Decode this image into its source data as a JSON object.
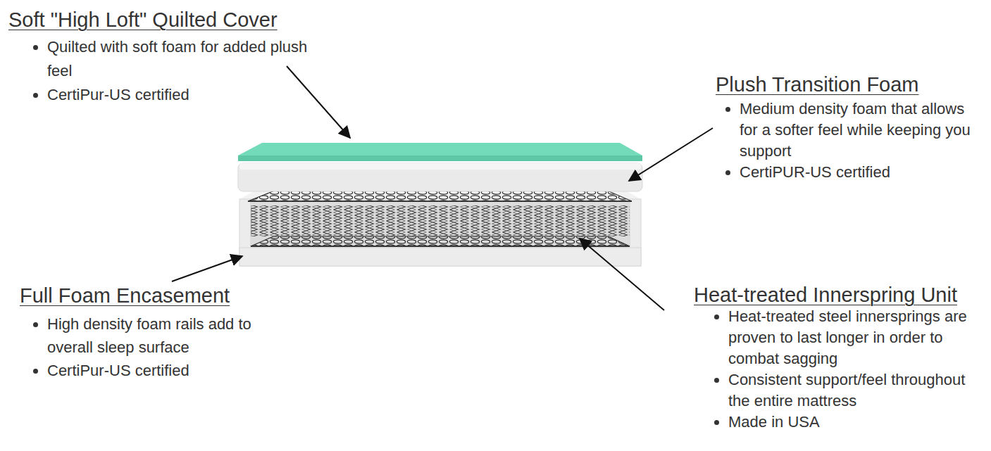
{
  "diagram": {
    "labels": [
      "Soft \"High Loft\" Quilted Cover",
      "Quilted with soft foam for added plush feel",
      "CertiPur-US certified",
      "Plush Transition Foam",
      "Medium density foam that allows for a softer feel while keeping you support",
      "CertiPUR-US certified",
      "Full Foam Encasement",
      "High density foam rails add to overall sleep surface",
      "CertiPur-US certified",
      "Heat-treated Innerspring Unit",
      "Heat-treated steel innersprings are proven to last longer in order to combat sagging",
      "Consistent support/feel throughout the entire mattress",
      "Made in USA"
    ]
  }
}
